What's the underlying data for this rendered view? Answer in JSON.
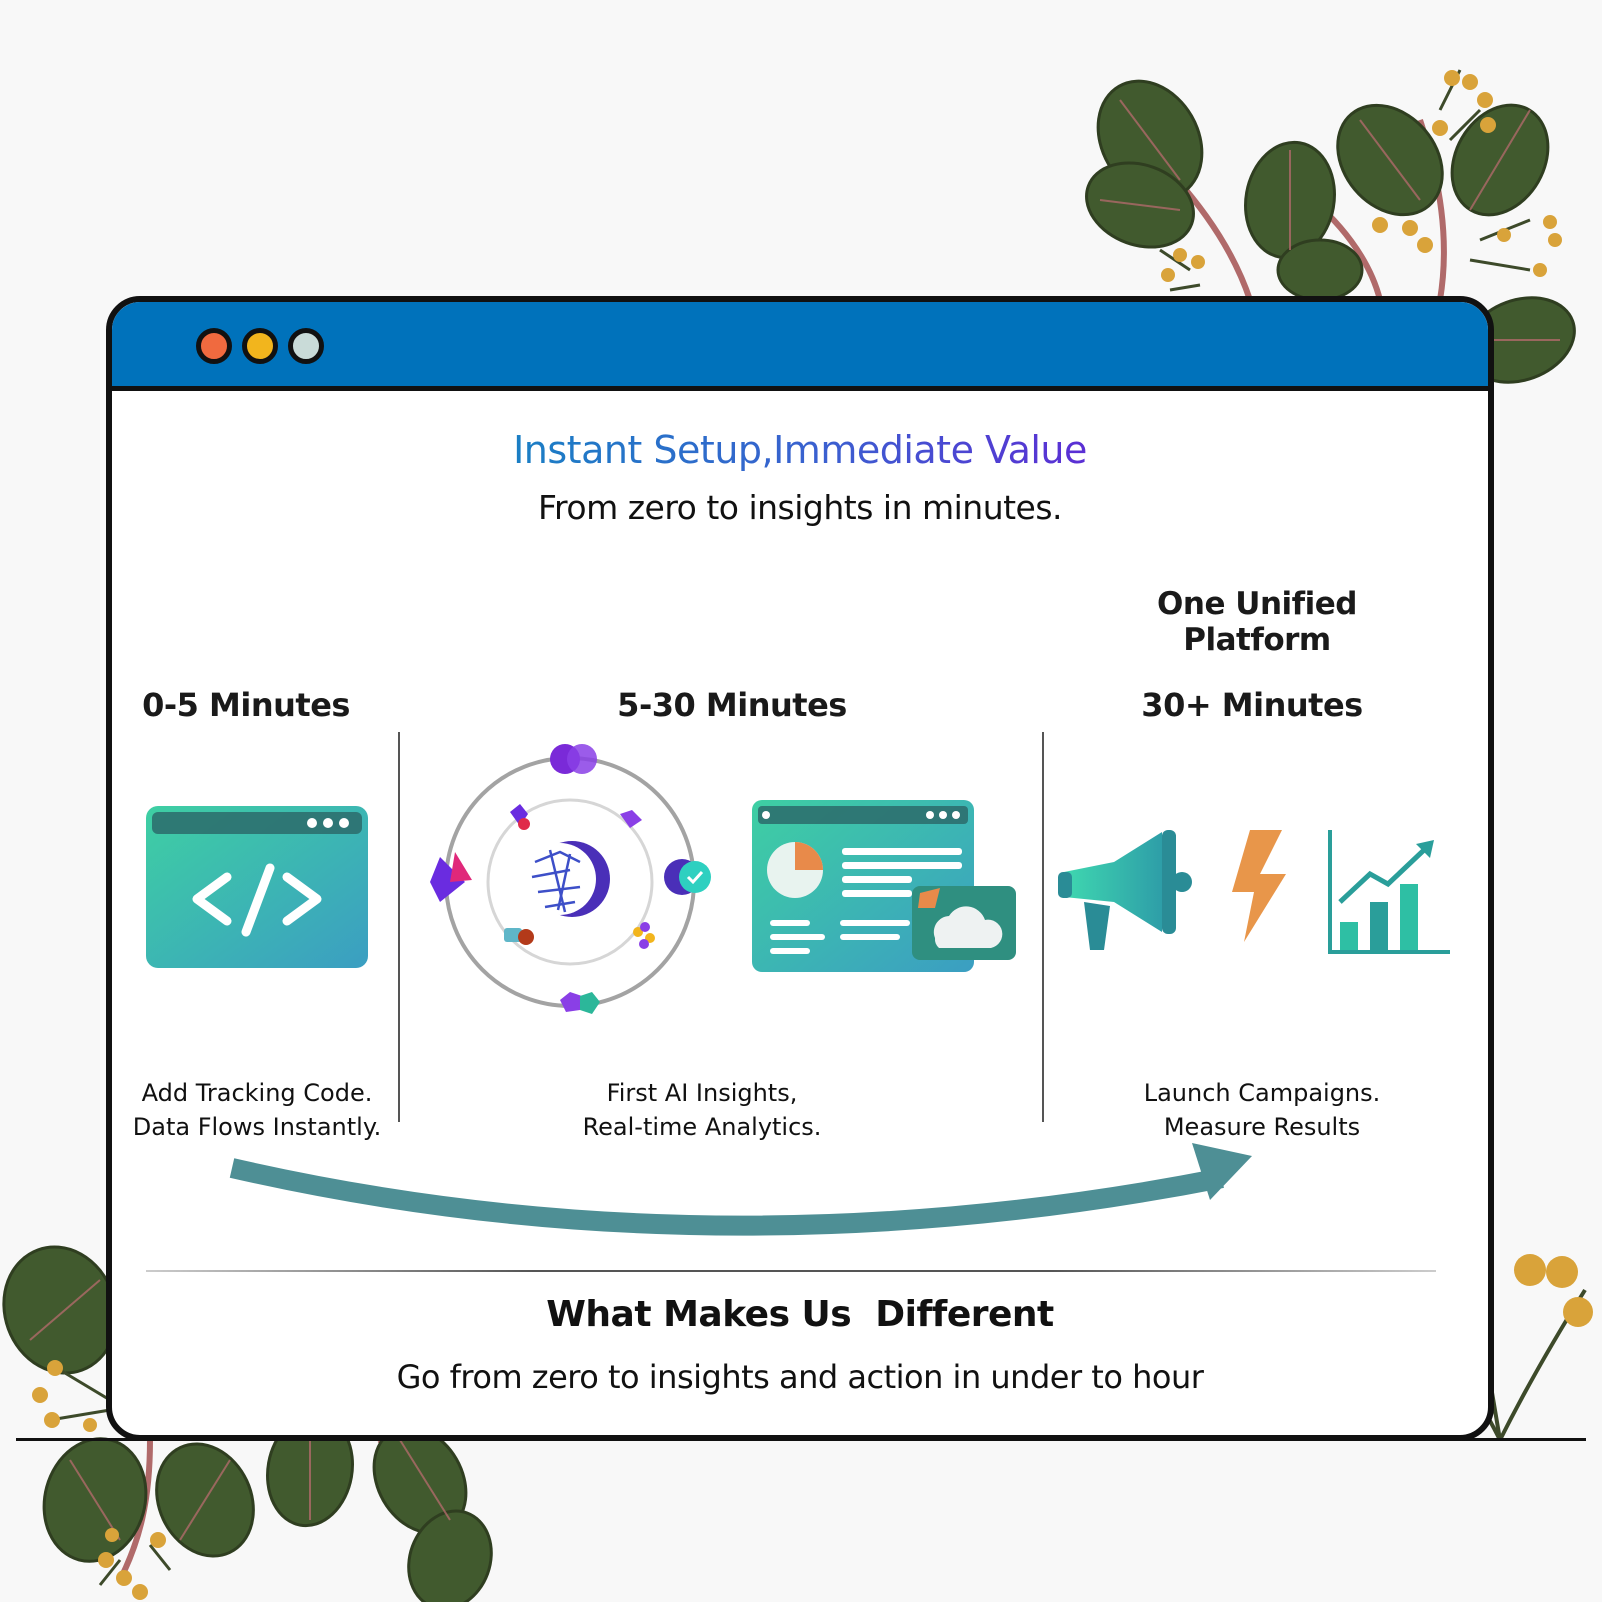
{
  "window": {
    "controls": [
      "close-dot",
      "minimize-dot",
      "maximize-dot"
    ],
    "control_colors": [
      "#f06a3f",
      "#f2b51d",
      "#c9dbd8"
    ],
    "title_bar_color": "#0072bb"
  },
  "header": {
    "title": "Instant Setup,Immediate Value",
    "subtitle": "From zero to insights in minutes."
  },
  "platform_label": "One Unified Platform",
  "stages": [
    {
      "time": "0-5 Minutes",
      "desc_line1": "Add Tracking Code.",
      "desc_line2": "Data Flows Instantly.",
      "icon": "code-window-icon"
    },
    {
      "time": "5-30 Minutes",
      "desc_line1": "First AI Insights,",
      "desc_line2": "Real-time Analytics.",
      "icon": "ai-brain-orbit-icon"
    },
    {
      "time": "30+ Minutes",
      "desc_line1": "Launch Campaigns.",
      "desc_line2": "Measure Results",
      "icon": "megaphone-lightning-chart-icons"
    }
  ],
  "footer": {
    "title": "What Makes Us  Different",
    "subtitle": "Go from zero to insights and action in under to hour"
  },
  "colors": {
    "accent_teal": "#4e8f95",
    "leaf_green": "#3f5a2c",
    "berry_gold": "#d9a33a"
  }
}
